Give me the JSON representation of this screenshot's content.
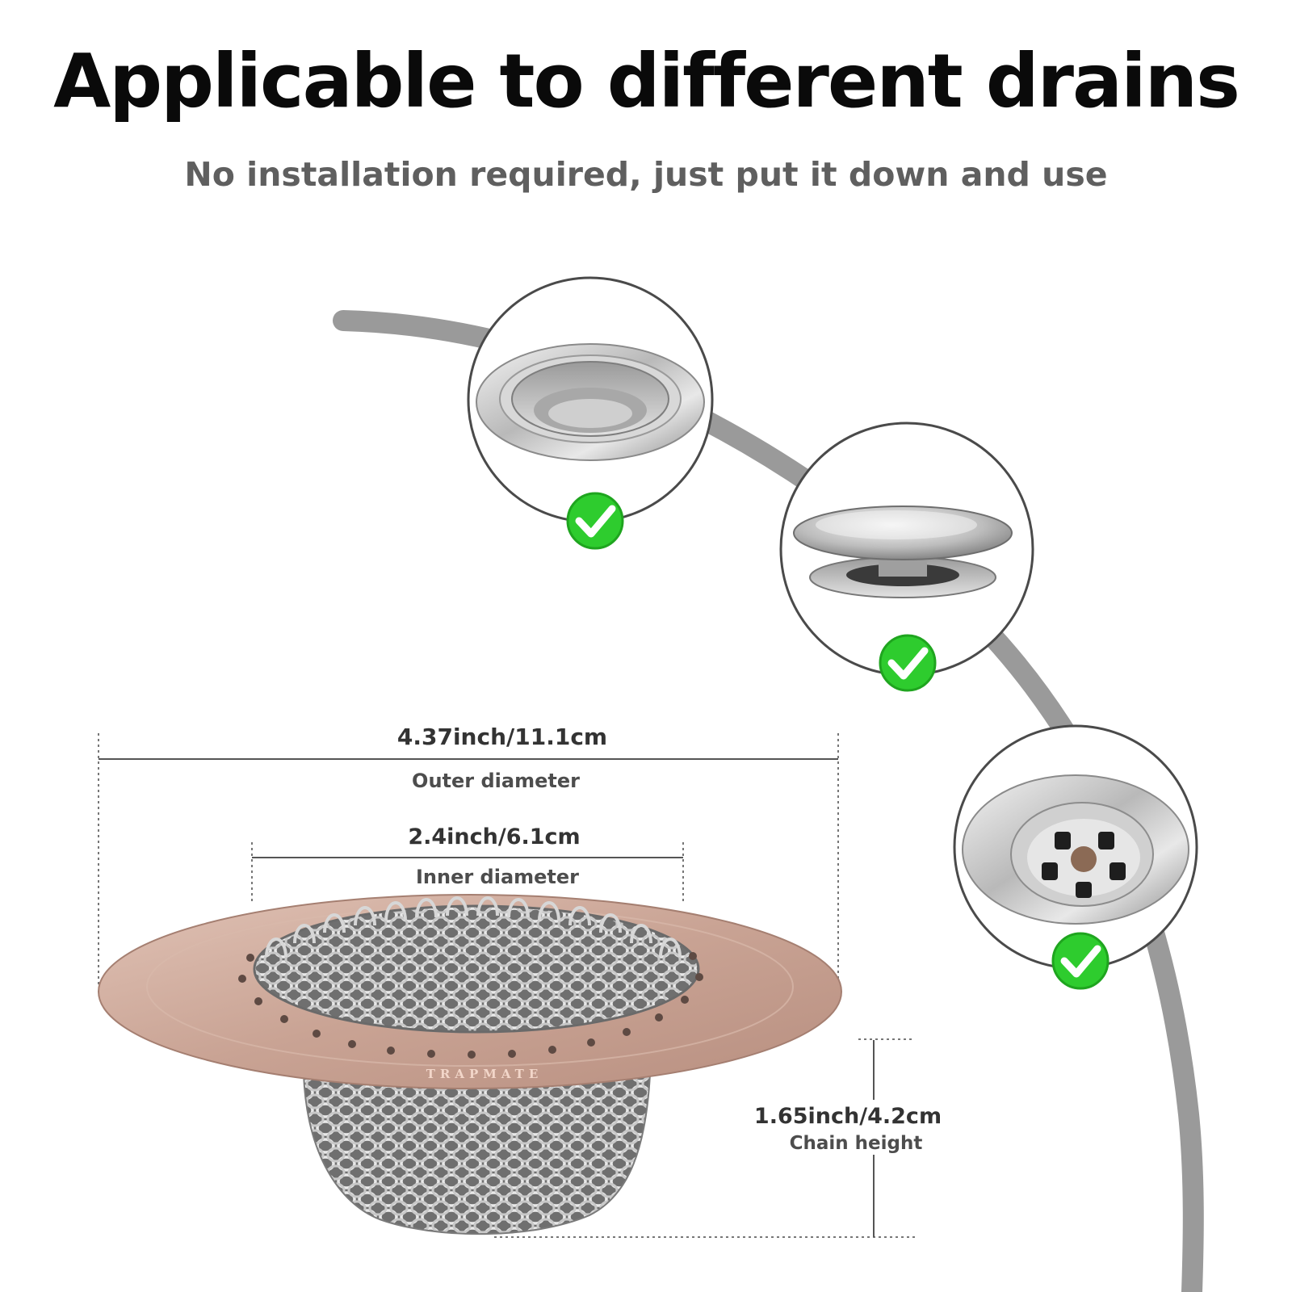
{
  "headline": "Applicable to different drains",
  "subheadline": "No installation required, just put it down and use",
  "drain_types": [
    {
      "name": "flat-flange-drain",
      "icon": "check-icon",
      "status": "compatible"
    },
    {
      "name": "pop-up-drain",
      "icon": "check-icon",
      "status": "compatible"
    },
    {
      "name": "basket-drain",
      "icon": "check-icon",
      "status": "compatible"
    }
  ],
  "product": {
    "brand": "TRAPMATE",
    "outer_diameter": {
      "value": "4.37inch/11.1cm",
      "label": "Outer diameter"
    },
    "inner_diameter": {
      "value": "2.4inch/6.1cm",
      "label": "Inner diameter"
    },
    "chain_height": {
      "value": "1.65inch/4.2cm",
      "label": "Chain height"
    }
  },
  "colors": {
    "check_green": "#2ecc2e",
    "arc_gray": "#9a9a9a",
    "flange_rose": "#c9a394",
    "steel": "#c8c8c8"
  }
}
